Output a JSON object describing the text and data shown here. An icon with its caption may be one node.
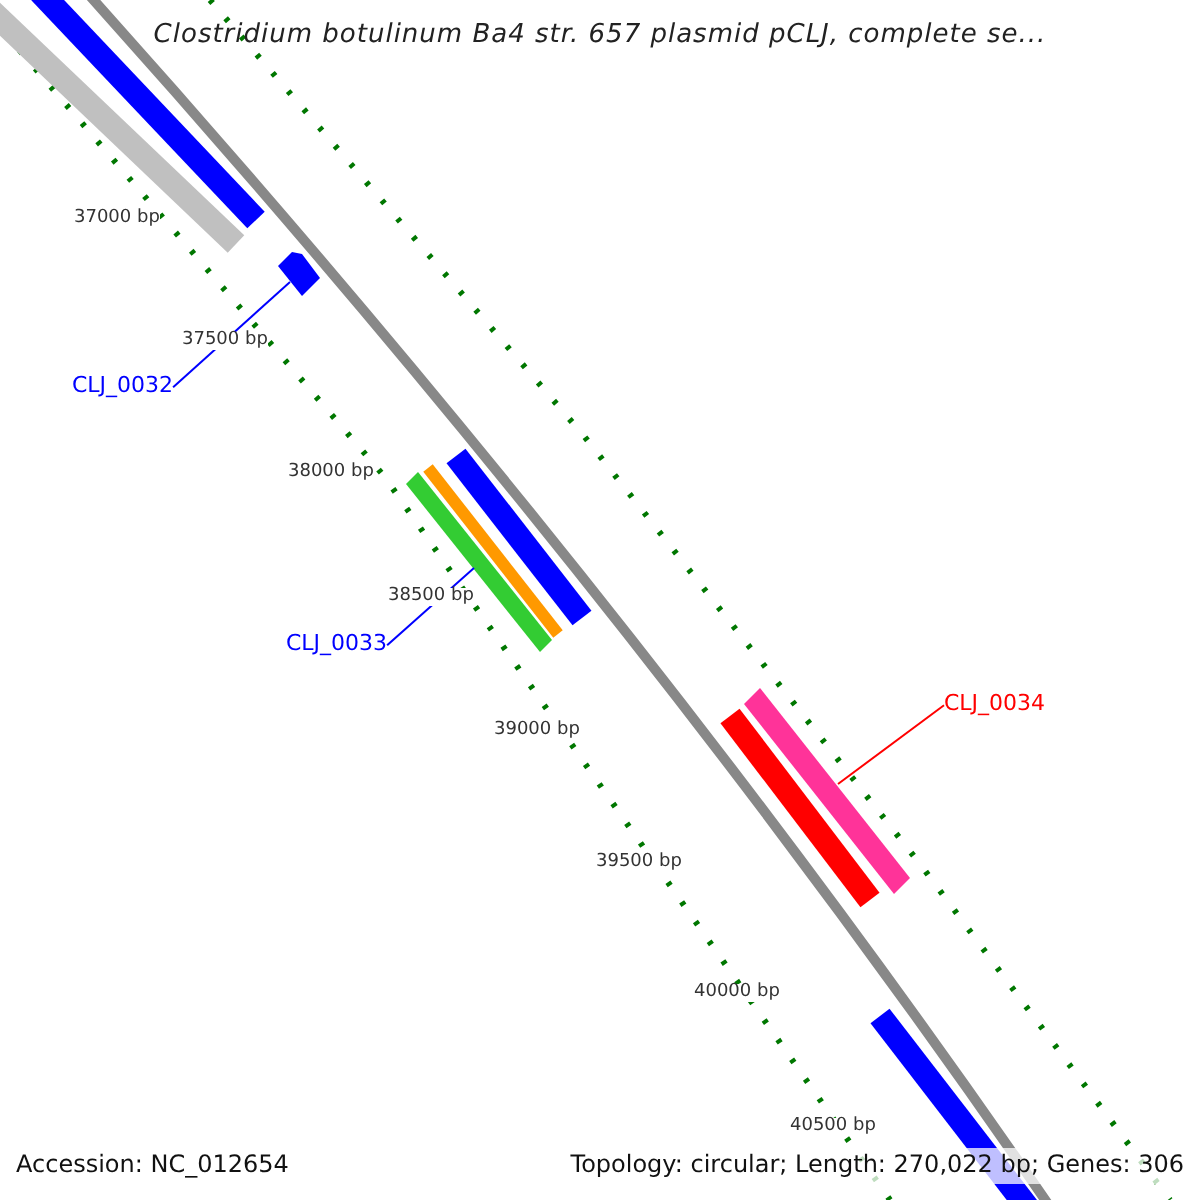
{
  "diagram": {
    "title": "Clostridium botulinum Ba4 str. 657 plasmid pCLJ, complete se...",
    "nodes": [
      {
        "text": [
          "CLJ_0032"
        ]
      },
      {
        "text": [],
        "shape": "bar"
      },
      {
        "text": [
          "CLJ_0033"
        ]
      },
      {
        "text": [],
        "shape": "bar"
      },
      {
        "text": [
          "CLJ_0034"
        ]
      },
      {
        "text": [],
        "shape": "bar"
      }
    ],
    "edges": [
      {
        "from": 0,
        "to": 1,
        "arrow": "none",
        "color": "#0000ff"
      },
      {
        "from": 2,
        "to": 3,
        "arrow": "none",
        "color": "#0000ff"
      },
      {
        "from": 4,
        "to": 5,
        "arrow": "none",
        "color": "#ff0000"
      }
    ],
    "labels": [
      "37000 bp",
      "37500 bp",
      "38000 bp",
      "38500 bp",
      "39000 bp",
      "39500 bp",
      "40000 bp",
      "40500 bp",
      "Accession: NC_012654",
      "Topology: circular; Length: 270,022 bp; Genes: 306"
    ]
  }
}
